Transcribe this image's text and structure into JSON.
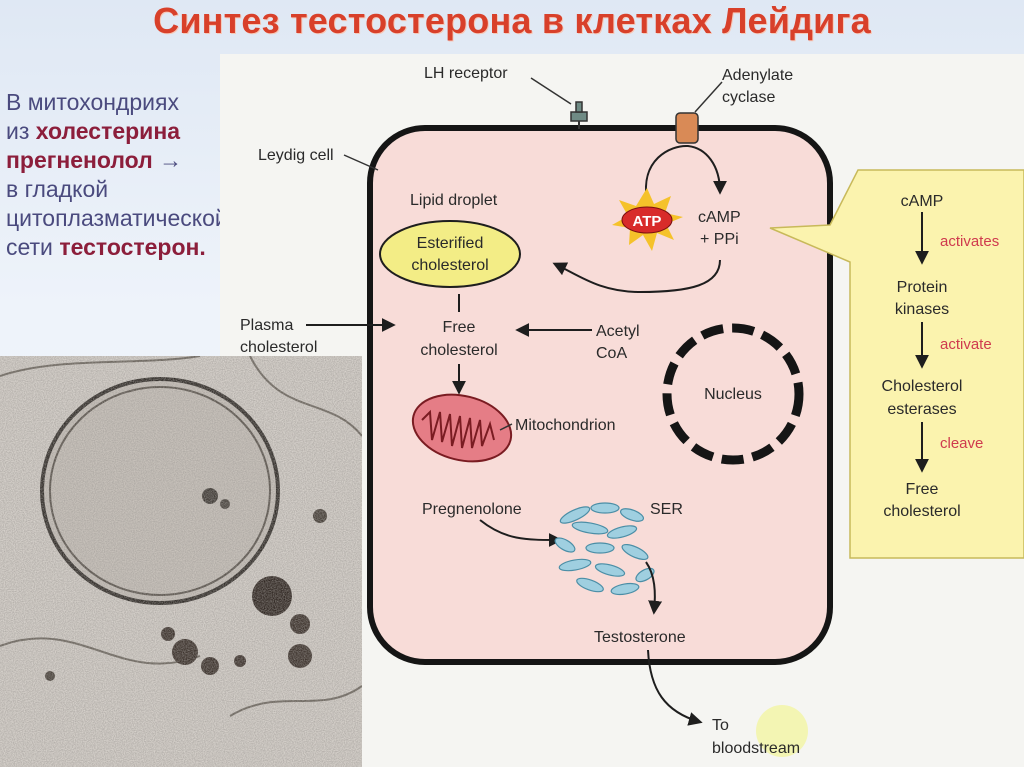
{
  "title": "Синтез тестостерона в клетках Лейдига",
  "intro": {
    "l1": "В митохондриях",
    "l2a": "из ",
    "l2b": "холестерина",
    "l3a": "прегненолол",
    "l3b": " →",
    "l4": "в гладкой",
    "l5": "цитоплазматической",
    "l6a": "сети ",
    "l6b": "тестостерон."
  },
  "labels": {
    "lh_receptor": "LH receptor",
    "adenylate_1": "Adenylate",
    "adenylate_2": "cyclase",
    "leydig_cell": "Leydig cell",
    "atp": "ATP",
    "camp": "cAMP",
    "ppi": "+ PPi",
    "lipid_droplet": "Lipid droplet",
    "esterified_1": "Esterified",
    "esterified_2": "cholesterol",
    "plasma_1": "Plasma",
    "plasma_2": "cholesterol",
    "free_1": "Free",
    "free_2": "cholesterol",
    "acetyl_1": "Acetyl",
    "acetyl_2": "CoA",
    "nucleus": "Nucleus",
    "mitochondrion": "Mitochondrion",
    "pregnenolone": "Pregnenolone",
    "ser": "SER",
    "testosterone": "Testosterone",
    "blood_1": "To",
    "blood_2": "bloodstream"
  },
  "cascade": {
    "camp": "cAMP",
    "activates": "activates",
    "protein_1": "Protein",
    "protein_2": "kinases",
    "activate": "activate",
    "esterase_1": "Cholesterol",
    "esterase_2": "esterases",
    "cleave": "cleave",
    "free_1": "Free",
    "free_2": "cholesterol"
  },
  "colors": {
    "title": "#d8402a",
    "cell_fill": "#f8dcd8",
    "droplet_fill": "#f3ed86",
    "mito_fill": "#e57d86",
    "ser_fill": "#9fcfe0",
    "cascade_box": "#fbf3ae",
    "cascade_verb": "#cf3a4e"
  }
}
